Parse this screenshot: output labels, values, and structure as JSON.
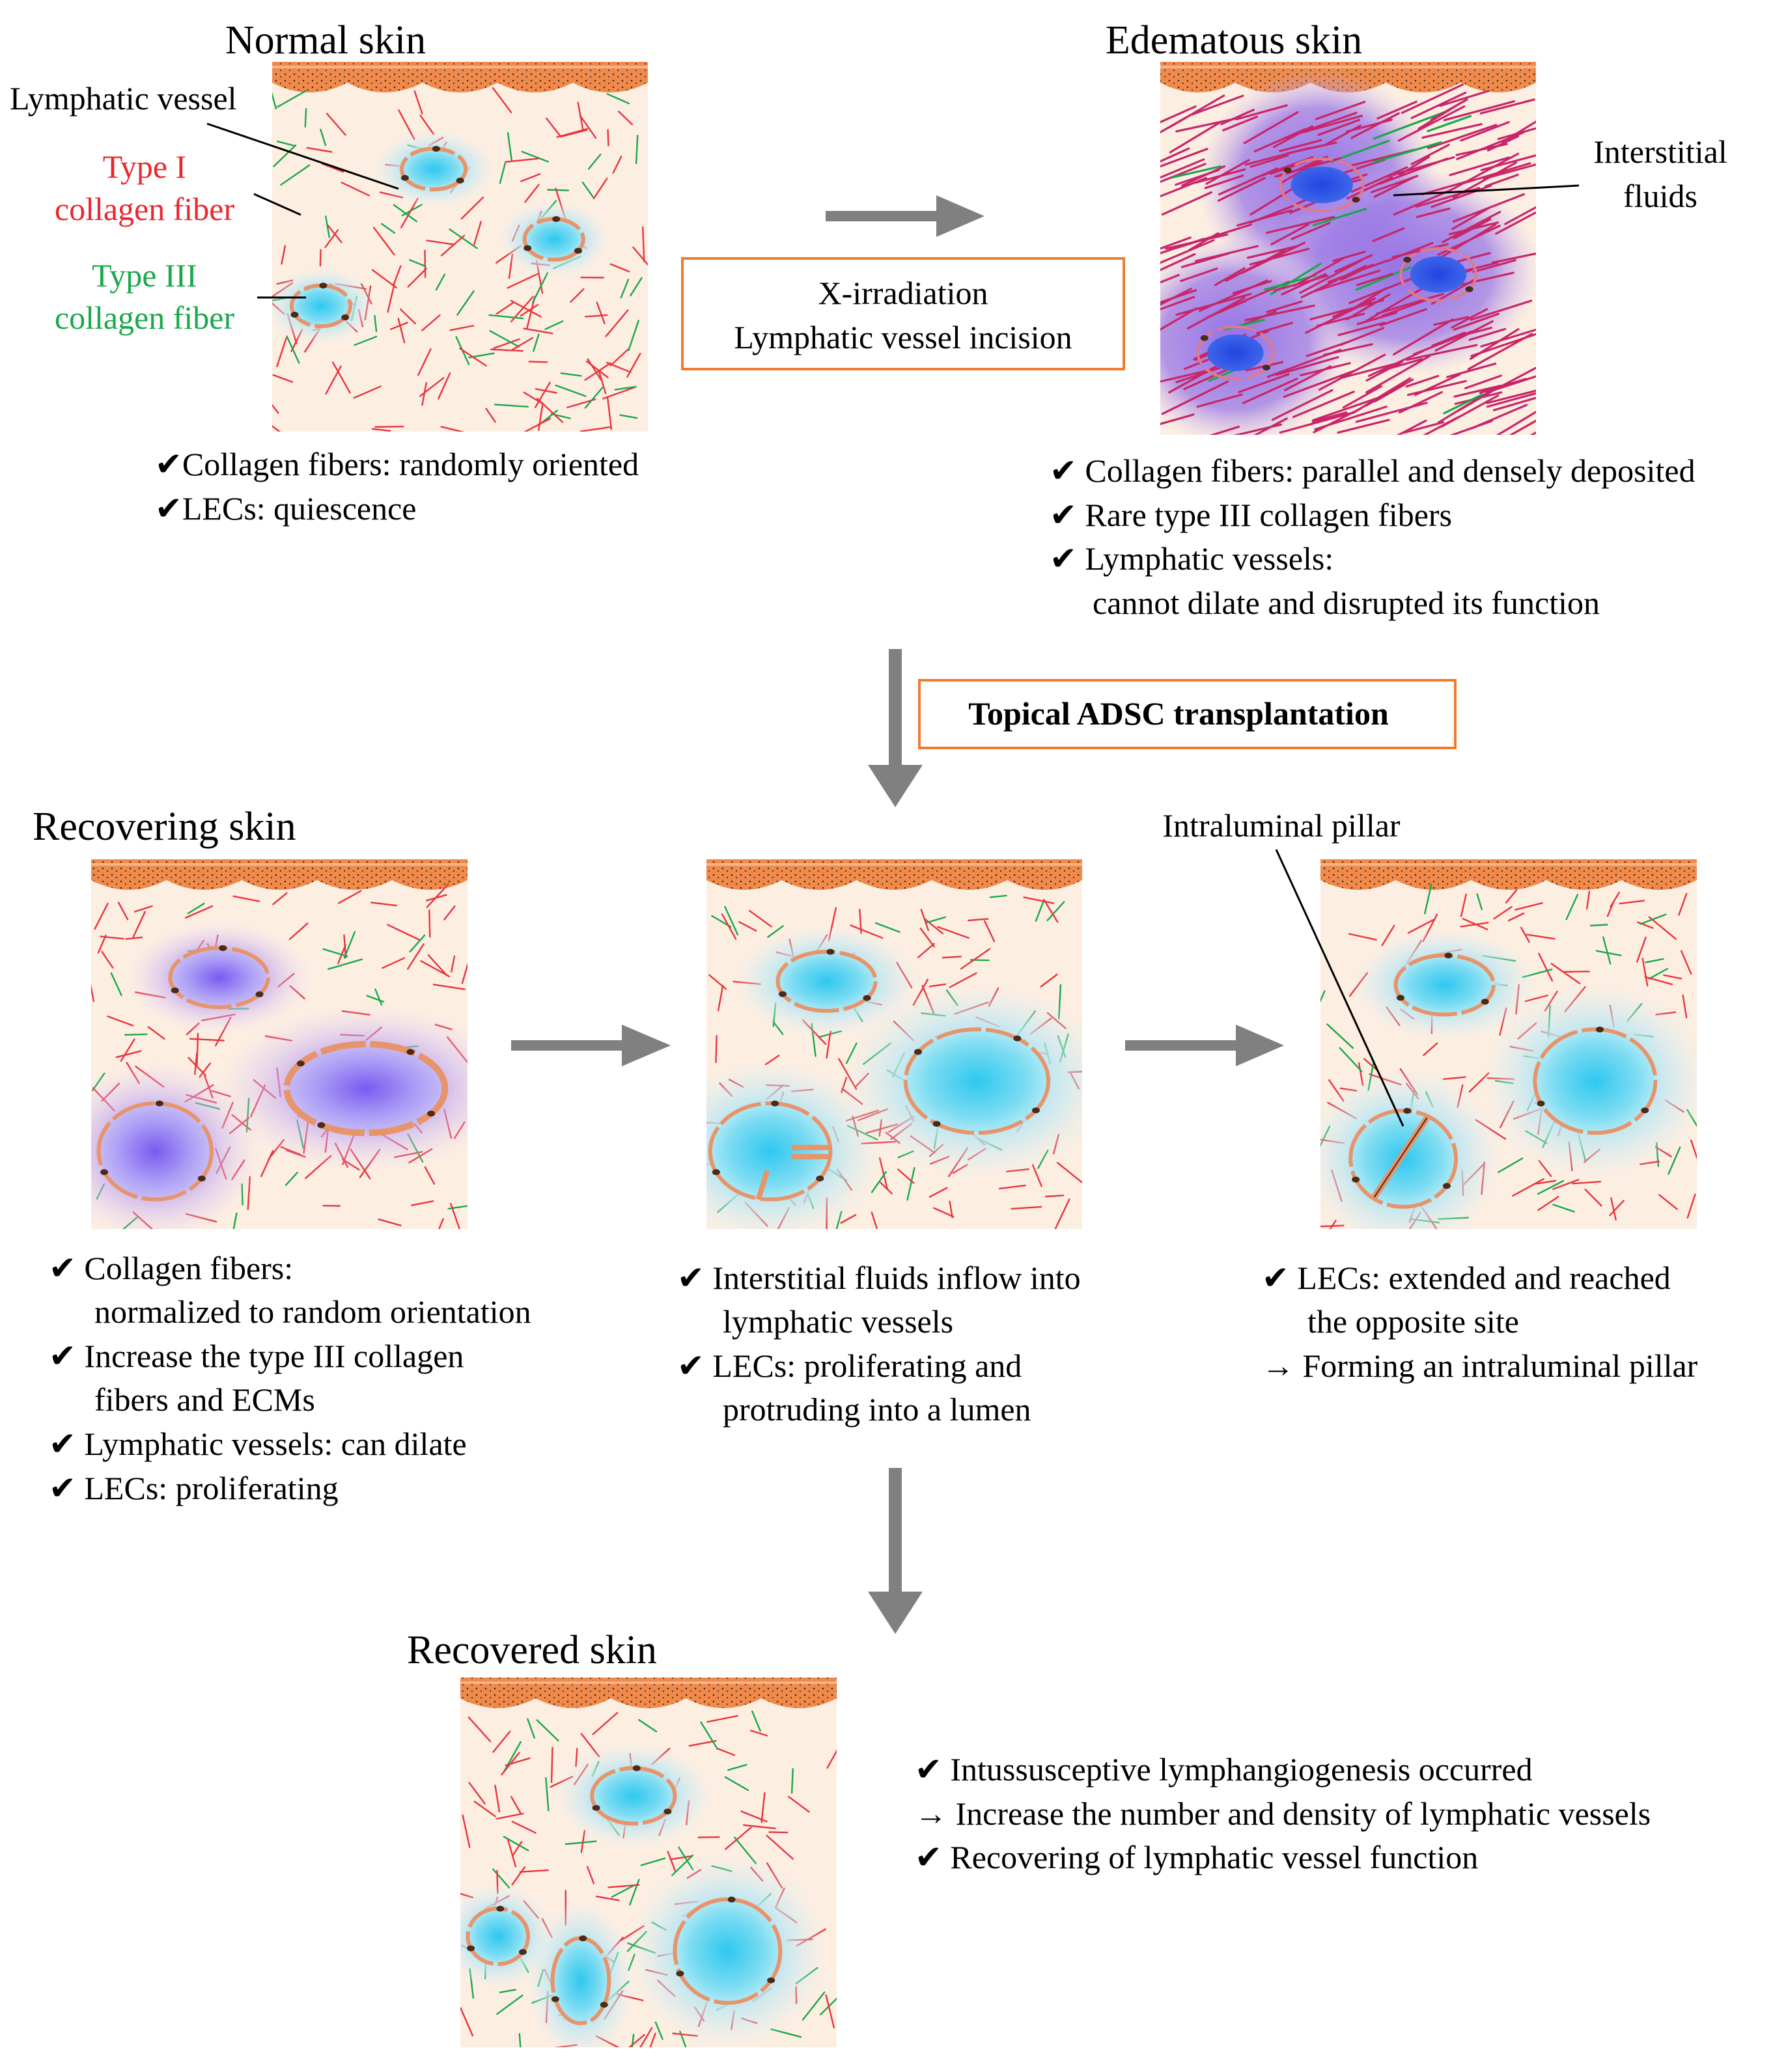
{
  "colors": {
    "tissue": "#fdeee2",
    "epidermis": "#f08a4b",
    "epidermis_dots": "#3a2a20",
    "type1_fiber": "#e8343c",
    "type3_fiber": "#18a84a",
    "lumen": "#5fd6ee",
    "vessel_wall": "#e8946a",
    "lec_nucleus": "#4a2a1a",
    "edema": "#9b6fe0",
    "edema_lumen": "#2f55e0",
    "box_border": "#f07b2e",
    "arrow": "#808080",
    "red_label": "#e8282f",
    "green_label": "#1aa84b"
  },
  "panels": {
    "normal": {
      "title": "Normal skin",
      "labels": {
        "lymphatic_vessel": "Lymphatic vessel",
        "type1": [
          "Type I",
          "collagen fiber"
        ],
        "type3": [
          "Type III",
          "collagen fiber"
        ]
      },
      "notes": [
        "✔Collagen fibers: randomly oriented",
        "✔LECs: quiescence"
      ]
    },
    "edematous": {
      "title": "Edematous skin",
      "label_fluids": [
        "Interstitial",
        "fluids"
      ],
      "notes": [
        "✔ Collagen fibers: parallel and densely deposited",
        "✔ Rare type III collagen fibers",
        "✔ Lymphatic vessels:",
        "cannot dilate and disrupted its function"
      ]
    },
    "cause_box": [
      "X-irradiation",
      "Lymphatic vessel incision"
    ],
    "treatment_box": "Topical ADSC transplantation",
    "recovering": {
      "title": "Recovering skin",
      "notes_left": [
        "✔ Collagen fibers:",
        "normalized to random orientation",
        "✔ Increase the type III collagen",
        "fibers and ECMs",
        "✔ Lymphatic vessels: can dilate",
        "✔ LECs: proliferating"
      ],
      "notes_middle": [
        "✔ Interstitial fluids inflow into",
        "lymphatic vessels",
        "✔ LECs: proliferating and",
        "protruding  into a lumen"
      ],
      "pillar_label": "Intraluminal pillar",
      "notes_right": [
        "✔ LECs: extended and reached",
        "the opposite site",
        "→ Forming an intraluminal pillar"
      ]
    },
    "recovered": {
      "title": "Recovered skin",
      "notes": [
        "✔ Intussusceptive lymphangiogenesis occurred",
        "→ Increase the number and density of  lymphatic vessels",
        "✔ Recovering of lymphatic vessel function"
      ]
    }
  }
}
